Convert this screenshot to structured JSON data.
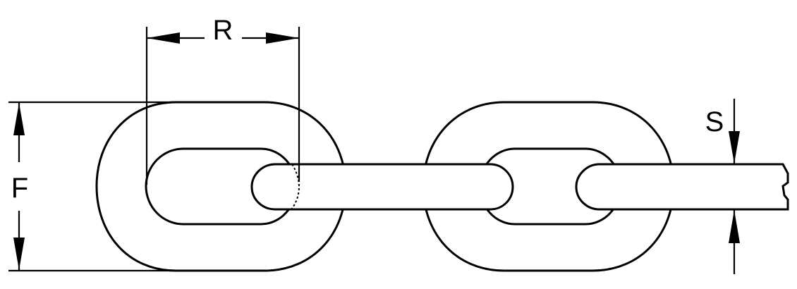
{
  "diagram": {
    "subject": "chain link dimensions",
    "labels": {
      "pitch": "R",
      "width": "F",
      "thickness": "S"
    },
    "colors": {
      "line": "#000000",
      "background": "#ffffff"
    }
  }
}
